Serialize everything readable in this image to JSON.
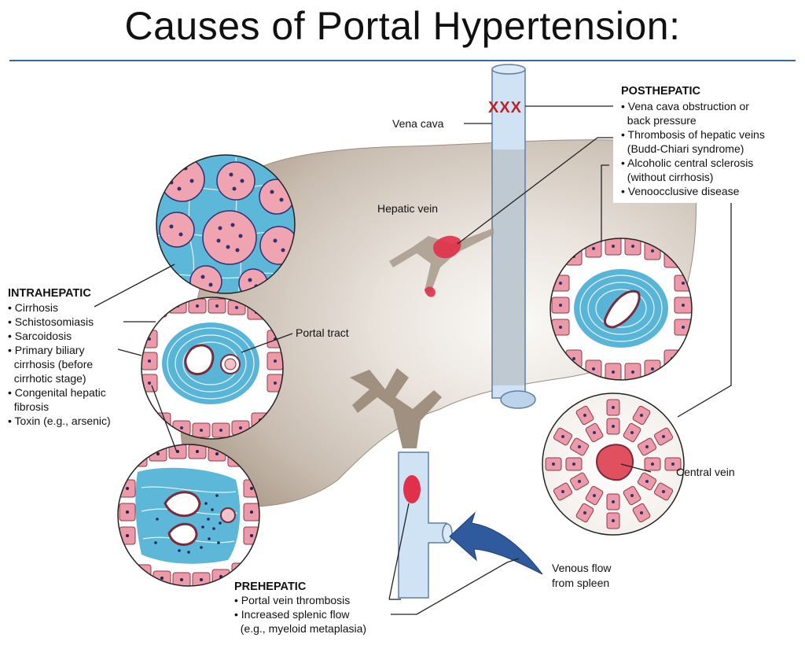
{
  "title": "Causes of Portal Hypertension:",
  "labels": {
    "vena_cava": "Vena cava",
    "hepatic_vein": "Hepatic vein",
    "portal_tract": "Portal tract",
    "central_vein": "Central vein",
    "venous_flow_line1": "Venous flow",
    "venous_flow_line2": "from spleen",
    "obstruction_marks": "XXX"
  },
  "posthepatic": {
    "heading": "POSTHEPATIC",
    "lines": [
      "• Vena cava obstruction or",
      "  back pressure",
      "• Thrombosis of hepatic veins",
      "  (Budd-Chiari syndrome)",
      "• Alcoholic central sclerosis",
      "  (without cirrhosis)",
      "• Venoocclusive disease"
    ]
  },
  "intrahepatic": {
    "heading": "INTRAHEPATIC",
    "lines": [
      "• Cirrhosis",
      "• Schistosomiasis",
      "• Sarcoidosis",
      "• Primary biliary",
      "  cirrhosis (before",
      "  cirrhotic stage)",
      "• Congenital hepatic",
      "  fibrosis",
      "• Toxin (e.g., arsenic)"
    ]
  },
  "prehepatic": {
    "heading": "PREHEPATIC",
    "lines": [
      "• Portal vein thrombosis",
      "• Increased splenic flow",
      "  (e.g., myeloid metaplasia)"
    ]
  },
  "colors": {
    "liver": "#b7a899",
    "vessel": "#cfe3f4",
    "thrombus": "#e0304a",
    "fibrosis": "#57b4d6",
    "hepatocyte": "#e7919f",
    "nucleus": "#2e3272",
    "arrow": "#2f5a9d",
    "rule": "#3d63a8"
  }
}
